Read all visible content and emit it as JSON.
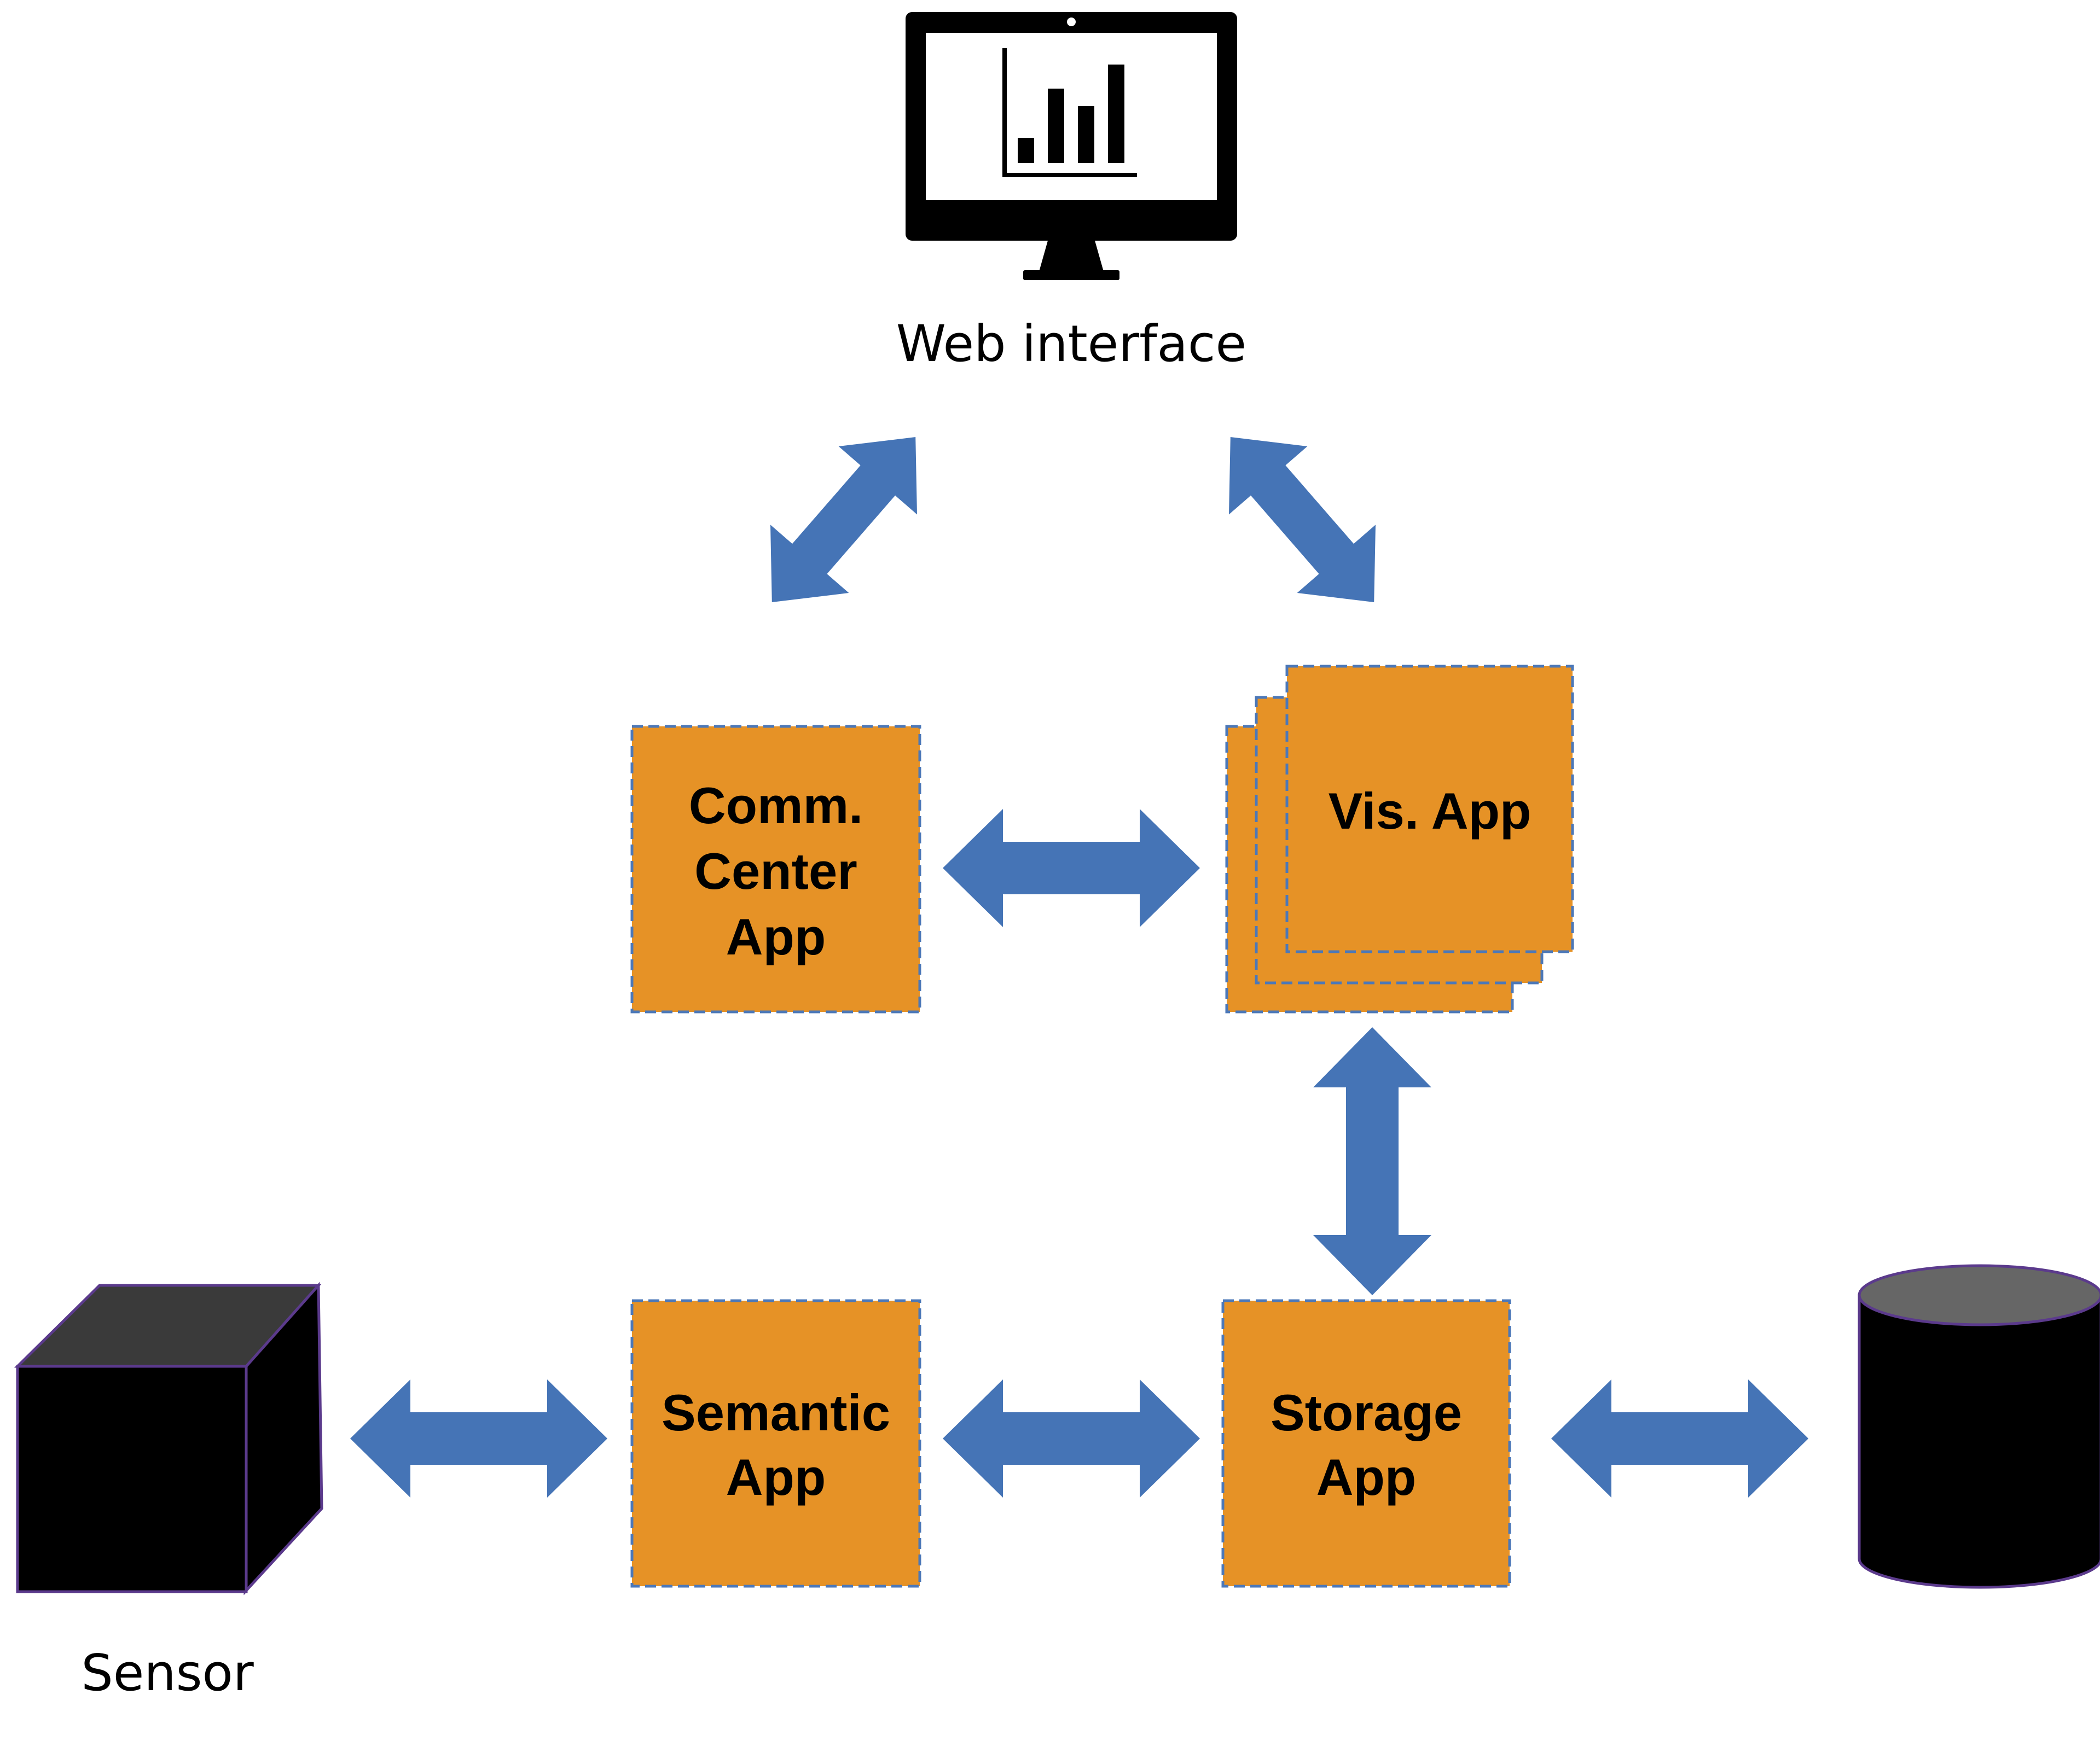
{
  "nodes": {
    "web_interface": {
      "caption": "Web interface"
    },
    "comm_center": {
      "lines": [
        "Comm.",
        "Center",
        "App"
      ]
    },
    "vis_app": {
      "lines": [
        "Vis. App"
      ]
    },
    "semantic": {
      "lines": [
        "Semantic",
        "App"
      ]
    },
    "storage": {
      "lines": [
        "Storage",
        "App"
      ]
    },
    "sensor": {
      "caption": "Sensor"
    }
  },
  "colors": {
    "app_fill": "#e69226",
    "app_border": "#4c78b8",
    "arrow": "#4574b6",
    "device": "#000000",
    "device_top": "#3a3a3a",
    "db_top": "#666666",
    "device_edge": "#5b3a8c"
  },
  "icons": {
    "web_interface": "monitor-bar-chart-icon",
    "sensor": "cube-icon",
    "database": "database-cylinder-icon"
  }
}
